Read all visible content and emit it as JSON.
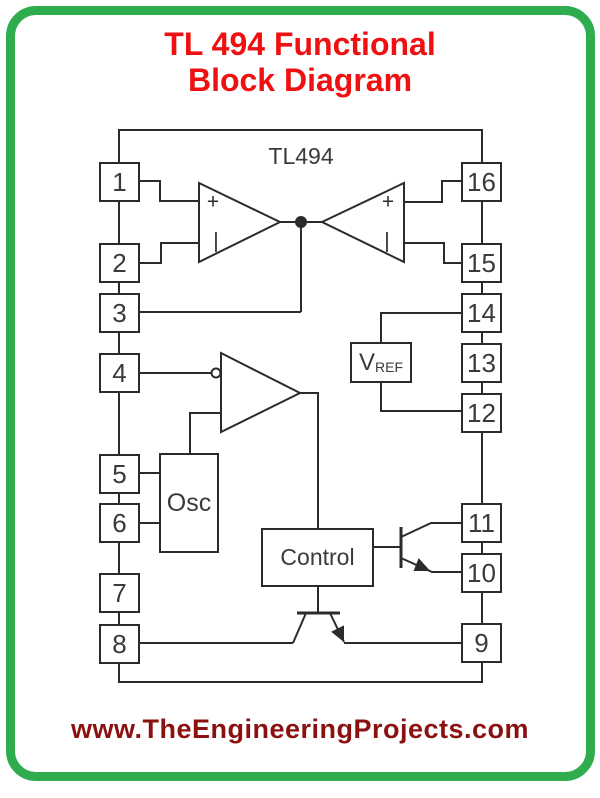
{
  "page": {
    "title_line1": "TL 494 Functional",
    "title_line2": "Block Diagram",
    "website": "www.TheEngineeringProjects.com"
  },
  "colors": {
    "border_green": "#2eac4e",
    "title_red": "#ef1111",
    "website_maroon": "#8b1111",
    "diagram_line": "#2b2b2b"
  },
  "diagram": {
    "chip_label": "TL494",
    "blocks": {
      "oscillator": "Osc",
      "control": "Control",
      "vref_main": "V",
      "vref_sub": "REF"
    },
    "comparators": {
      "left": {
        "plus": "+",
        "minus": "|"
      },
      "right": {
        "plus": "+",
        "minus": "|"
      }
    },
    "pins": {
      "left": [
        "1",
        "2",
        "3",
        "4",
        "5",
        "6",
        "7",
        "8"
      ],
      "right": [
        "16",
        "15",
        "14",
        "13",
        "12",
        "11",
        "10",
        "9"
      ]
    }
  }
}
